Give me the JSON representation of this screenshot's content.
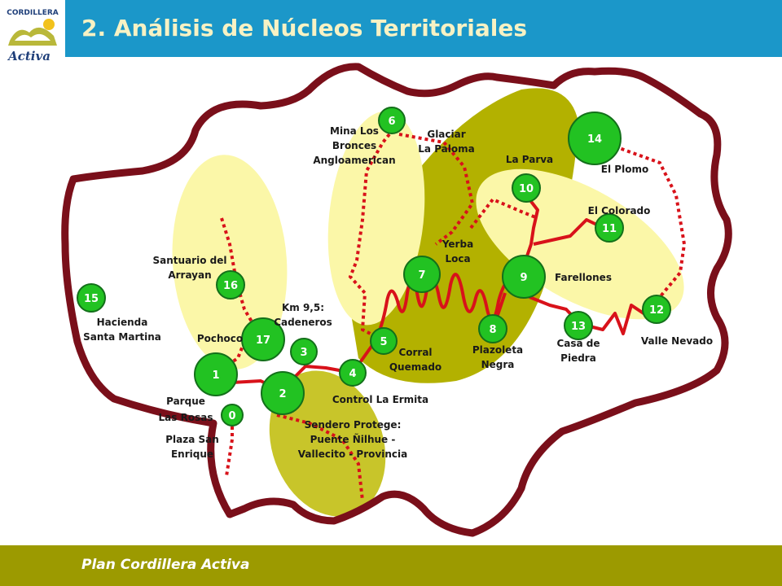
{
  "header": {
    "title": "2. Análisis de Núcleos Territoriales"
  },
  "logo": {
    "text_top": "CORDILLERA",
    "text_bottom": "Activa"
  },
  "footer": {
    "text": "Plan  Cordillera Activa"
  },
  "colors": {
    "header_bg": "#1b97c9",
    "title": "#f7f2c4",
    "footer_bg": "#9c9a00",
    "boundary": "#7a0f1a",
    "road": "#d8121a",
    "node": "#22c222",
    "zone_light": "#fbf7a8",
    "zone_olive": "#b3b100"
  },
  "nodes": [
    {
      "id": "0"
    },
    {
      "id": "1"
    },
    {
      "id": "2"
    },
    {
      "id": "3"
    },
    {
      "id": "4"
    },
    {
      "id": "5"
    },
    {
      "id": "6"
    },
    {
      "id": "7"
    },
    {
      "id": "8"
    },
    {
      "id": "9"
    },
    {
      "id": "10"
    },
    {
      "id": "11"
    },
    {
      "id": "12"
    },
    {
      "id": "13"
    },
    {
      "id": "14"
    },
    {
      "id": "15"
    },
    {
      "id": "16"
    },
    {
      "id": "17"
    }
  ],
  "labels": {
    "plaza_san_enrique": [
      "Plaza San",
      "Enrique"
    ],
    "parque_las_rosas": [
      "Parque",
      "Las Rosas"
    ],
    "hacienda": [
      "Hacienda",
      "Santa Martina"
    ],
    "pochoco": [
      "Pochoco"
    ],
    "santuario": [
      "Santuario del",
      "Arrayan"
    ],
    "km95": [
      "Km 9,5:",
      "Cadeneros"
    ],
    "control": [
      "Control La Ermita"
    ],
    "sendero": [
      "Sendero Protege:",
      "Puente Ñilhue -",
      "Vallecito - Provincia"
    ],
    "corral": [
      "Corral",
      "Quemado"
    ],
    "mina": [
      "Mina Los",
      "Bronces",
      "Angloamerican"
    ],
    "glaciar": [
      "Glaciar",
      "La Paloma"
    ],
    "yerba": [
      "Yerba",
      "Loca"
    ],
    "plazoleta": [
      "Plazoleta",
      "Negra"
    ],
    "la_parva": [
      "La Parva"
    ],
    "el_plomo": [
      "El Plomo"
    ],
    "el_colorado": [
      "El Colorado"
    ],
    "farellones": [
      "Farellones"
    ],
    "casa_piedra": [
      "Casa de",
      "Piedra"
    ],
    "valle_nevado": [
      "Valle Nevado"
    ]
  }
}
